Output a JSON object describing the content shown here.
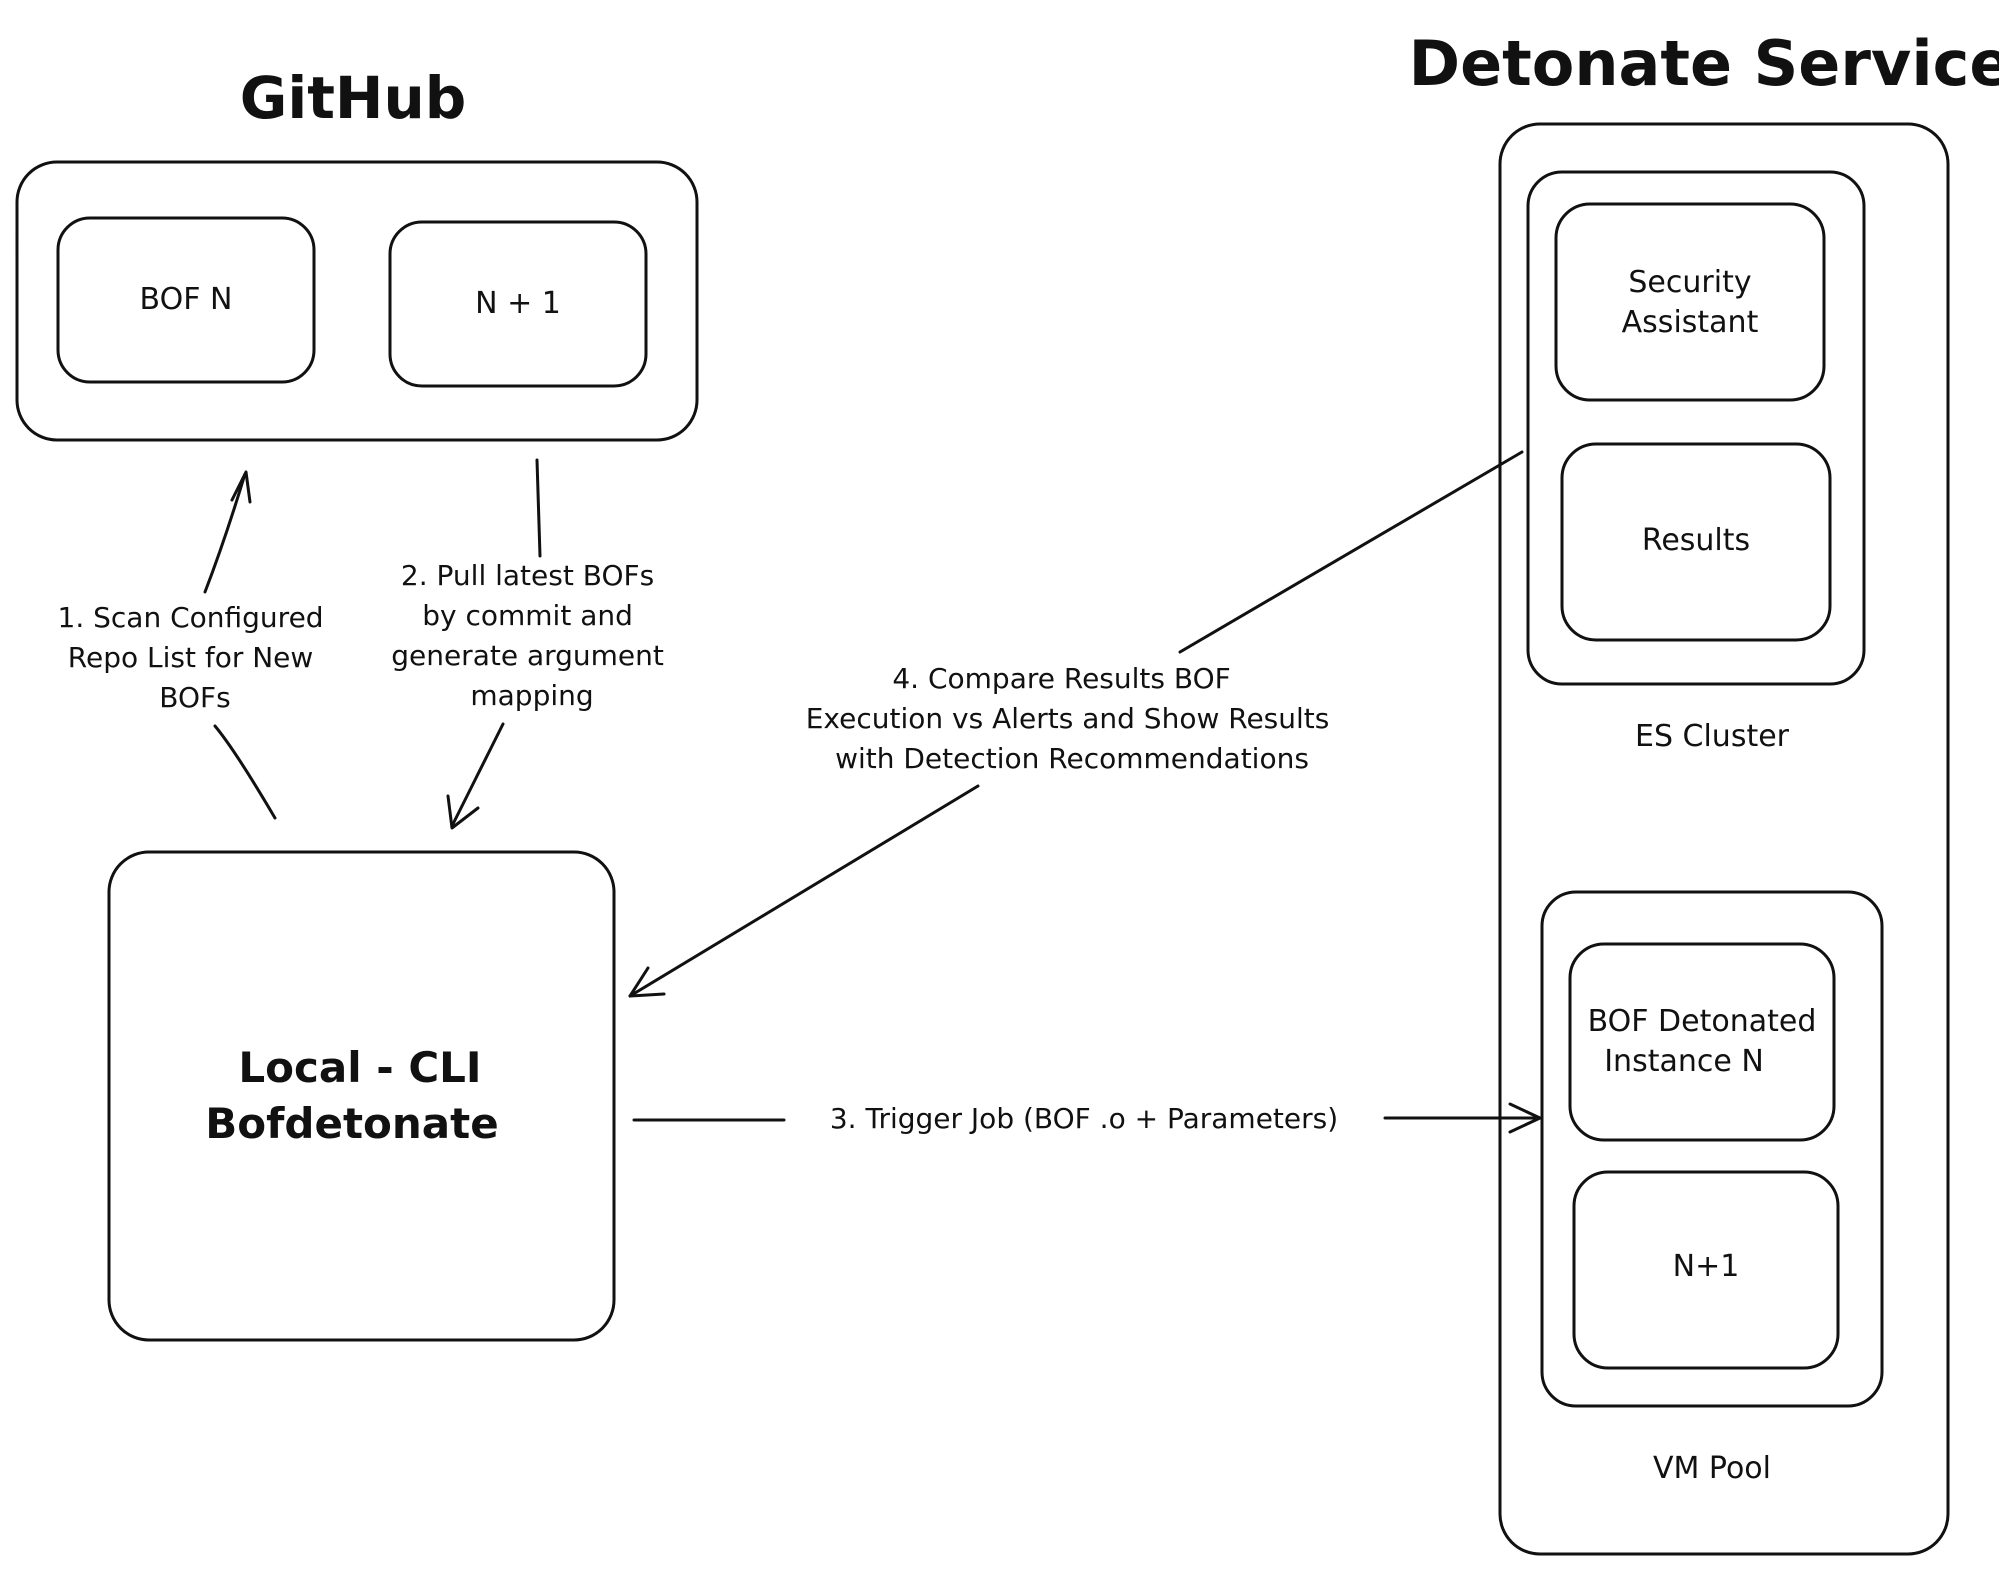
{
  "titles": {
    "github": "GitHub",
    "detonate_service": "Detonate Service"
  },
  "github": {
    "bof_n": "BOF N",
    "n_plus_1": "N + 1"
  },
  "local_cli": {
    "line1": "Local - CLI",
    "line2": "Bofdetonate"
  },
  "detonate": {
    "security_assistant_line1": "Security",
    "security_assistant_line2": "Assistant",
    "results": "Results",
    "es_cluster": "ES Cluster",
    "bof_instance_line1": "BOF Detonated",
    "bof_instance_line2": "Instance N",
    "n_plus_1": "N+1",
    "vm_pool": "VM Pool"
  },
  "steps": {
    "step1": [
      "1. Scan Configured",
      "Repo List for New",
      "BOFs"
    ],
    "step2": [
      "2. Pull latest BOFs",
      "by commit and",
      "generate argument",
      "mapping"
    ],
    "step3": "3. Trigger Job (BOF .o +  Parameters)",
    "step4": [
      "4. Compare Results BOF",
      "Execution vs Alerts and Show Results",
      "with Detection Recommendations"
    ]
  }
}
